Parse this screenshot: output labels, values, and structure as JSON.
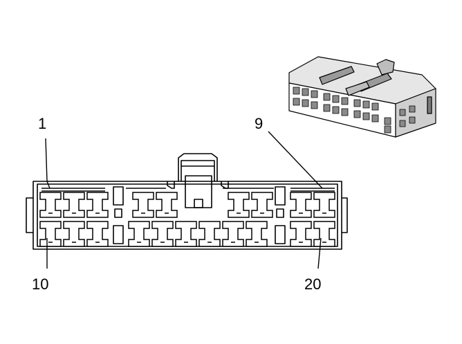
{
  "diagram": {
    "pin_labels": {
      "top_left": "1",
      "top_right": "9",
      "bottom_left": "10",
      "bottom_right": "20"
    },
    "connector": {
      "top_row_cavities": 9,
      "bottom_row_cavities": 11
    },
    "colors": {
      "line": "#000000",
      "background": "#ffffff",
      "inset_shade": "#d9d9d9",
      "inset_dark": "#7a7a7a"
    }
  }
}
